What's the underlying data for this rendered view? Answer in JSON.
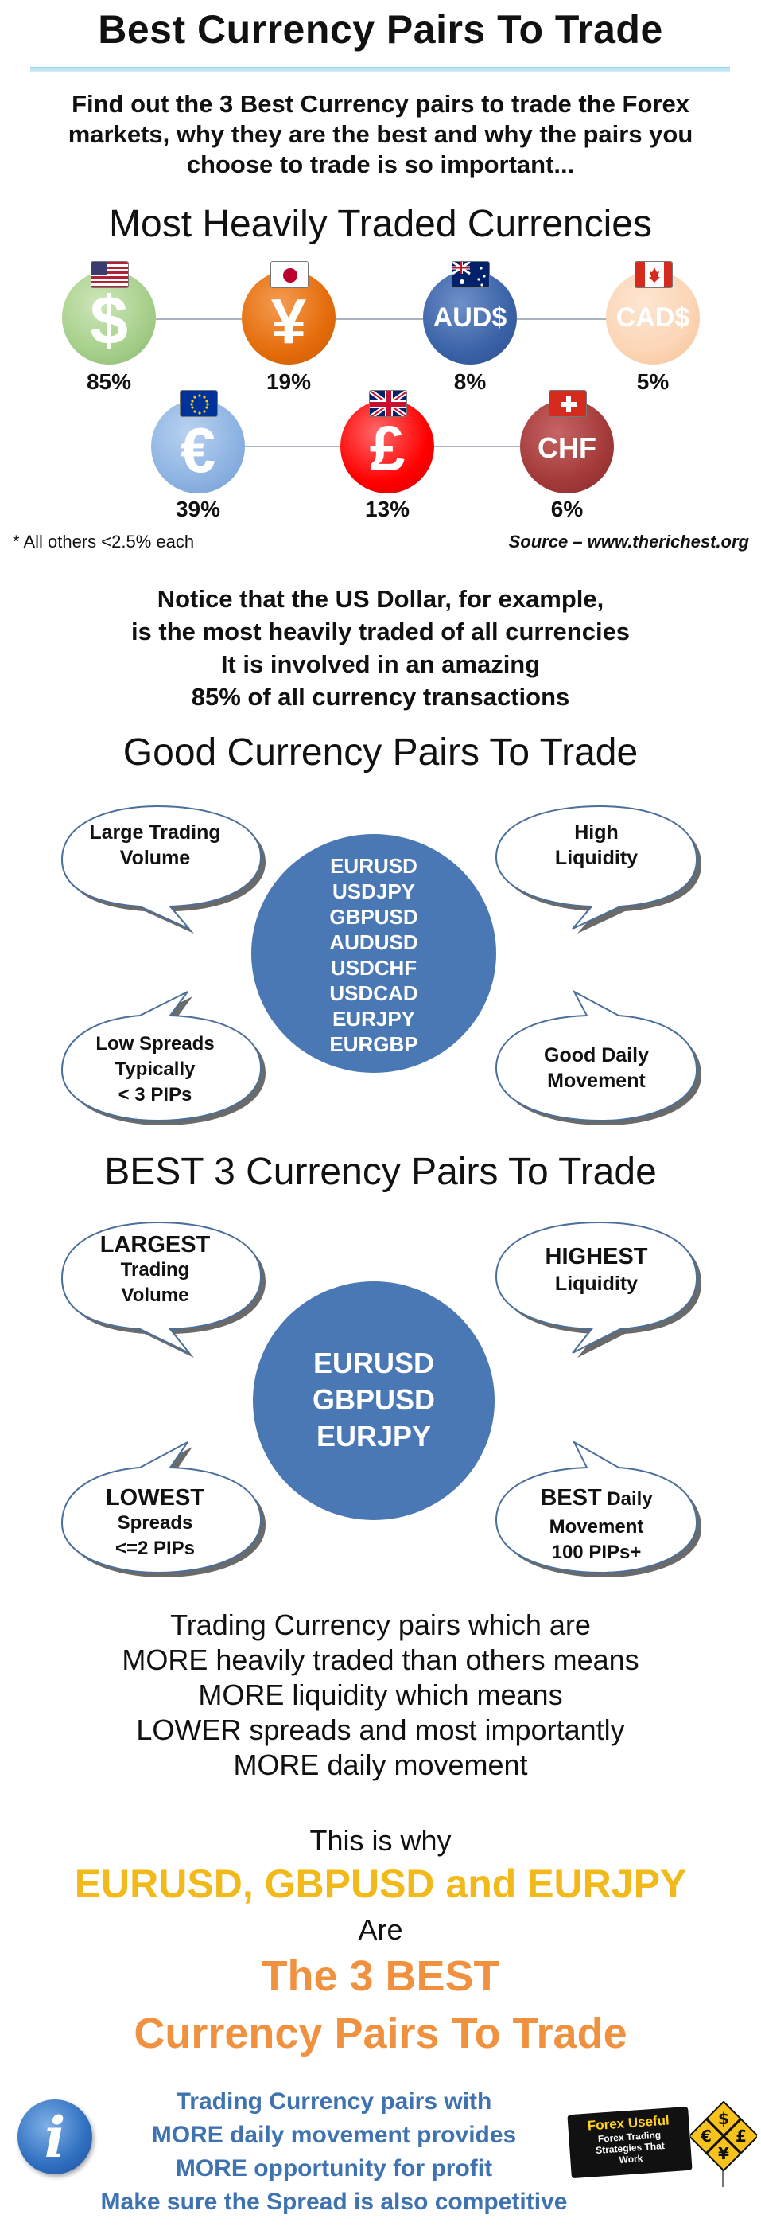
{
  "header": {
    "title": "Best Currency Pairs To Trade",
    "intro_lines": [
      "Find out the 3 Best Currency pairs to trade the Forex",
      "markets, why they are the best and why the pairs you",
      "choose to trade is so important..."
    ]
  },
  "section1": {
    "title": "Most Heavily Traded Currencies",
    "currencies": [
      {
        "symbol": "$",
        "percent": "85%",
        "flag": "us-flag-icon",
        "color": "#a9d18e"
      },
      {
        "symbol": "¥",
        "percent": "19%",
        "flag": "japan-flag-icon",
        "color": "#e46c0a"
      },
      {
        "symbol": "AUD$",
        "percent": "8%",
        "flag": "australia-flag-icon",
        "color": "#3a62a7"
      },
      {
        "symbol": "CAD$",
        "percent": "5%",
        "flag": "canada-flag-icon",
        "color": "#fcd5b5"
      },
      {
        "symbol": "€",
        "percent": "39%",
        "flag": "eu-flag-icon",
        "color": "#8db3e2"
      },
      {
        "symbol": "£",
        "percent": "13%",
        "flag": "uk-flag-icon",
        "color": "#ff0000"
      },
      {
        "symbol": "CHF",
        "percent": "6%",
        "flag": "swiss-flag-icon",
        "color": "#a33a3a"
      }
    ],
    "note_left": "* All others <2.5% each",
    "note_right": "Source – www.therichest.org"
  },
  "notice_lines": [
    "Notice that the US Dollar, for example,",
    "is the most heavily traded of all currencies",
    "It is involved in an amazing",
    "85% of all currency transactions"
  ],
  "section2": {
    "title": "Good Currency Pairs To Trade",
    "pairs": [
      "EURUSD",
      "USDJPY",
      "GBPUSD",
      "AUDUSD",
      "USDCHF",
      "USDCAD",
      "EURJPY",
      "EURGBP"
    ],
    "bubbles": {
      "top_left": [
        "Large Trading",
        "Volume"
      ],
      "top_right": [
        "High",
        "Liquidity"
      ],
      "bottom_left": [
        "Low Spreads",
        "Typically",
        "< 3 PIPs"
      ],
      "bottom_right": [
        "Good Daily",
        "Movement"
      ]
    }
  },
  "section3": {
    "title": "BEST 3 Currency Pairs To Trade",
    "pairs": [
      "EURUSD",
      "GBPUSD",
      "EURJPY"
    ],
    "bubbles": {
      "top_left": [
        "LARGEST",
        "Trading",
        "Volume"
      ],
      "top_right": [
        "HIGHEST",
        "Liquidity"
      ],
      "bottom_left": [
        "LOWEST",
        "Spreads",
        "<=2 PIPs"
      ],
      "bottom_right_strong": "BEST",
      "bottom_right_rest": " Daily",
      "bottom_right_lines": [
        "Movement",
        "100 PIPs+"
      ]
    }
  },
  "conclusion_lines": [
    "Trading Currency pairs which are",
    "MORE heavily traded than others means",
    "MORE liquidity which means",
    "LOWER spreads and most importantly",
    "MORE daily movement"
  ],
  "closing": {
    "this_is_why": "This is why",
    "pairs_line": "EURUSD, GBPUSD and EURJPY",
    "are": "Are",
    "best_line1": "The 3 BEST",
    "best_line2": "Currency Pairs To Trade"
  },
  "footer": {
    "info_glyph": "i",
    "lines": [
      "Trading Currency pairs with",
      "MORE daily movement provides",
      "MORE opportunity for profit",
      "Make sure the Spread is also competitive"
    ],
    "logo_title": "Forex Useful",
    "logo_sub": [
      "Forex Trading",
      "Strategies That",
      "Work"
    ]
  }
}
